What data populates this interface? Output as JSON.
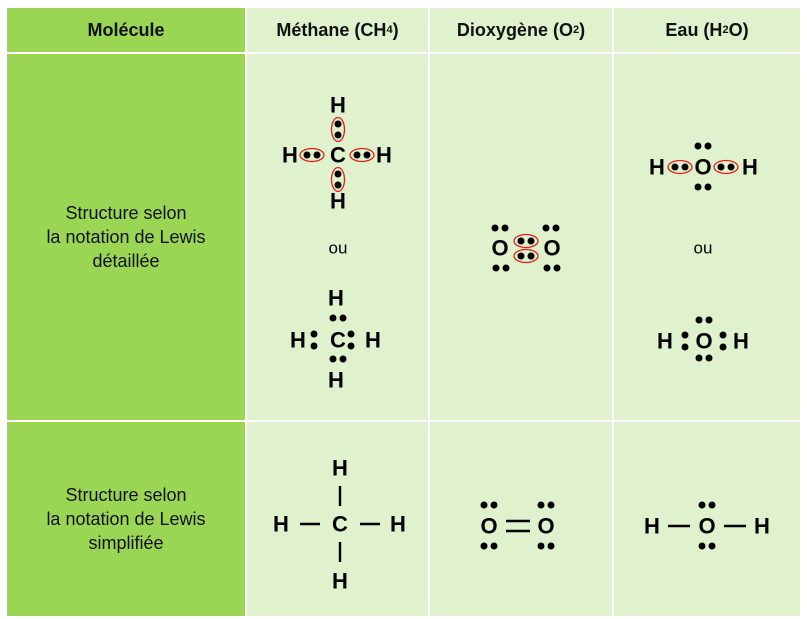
{
  "header": {
    "col0": "Molécule",
    "col1": {
      "name": "Méthane (CH",
      "sub": "4",
      "end": ")"
    },
    "col2": {
      "name": "Dioxygène (O",
      "sub": "2",
      "end": ")"
    },
    "col3": {
      "name": "Eau (H",
      "sub": "2",
      "end": "O)"
    }
  },
  "rows": [
    {
      "label": [
        "Structure selon",
        "la notation de Lewis",
        "détaillée"
      ]
    },
    {
      "label": [
        "Structure selon",
        "la notation de Lewis",
        "simplifiée"
      ]
    }
  ],
  "atoms": {
    "H": "H",
    "C": "C",
    "O": "O"
  },
  "separator": "ou",
  "colors": {
    "header_dark": "#9ad553",
    "cell_light": "#dff2cd",
    "pair_highlight": "#e41e1e"
  }
}
